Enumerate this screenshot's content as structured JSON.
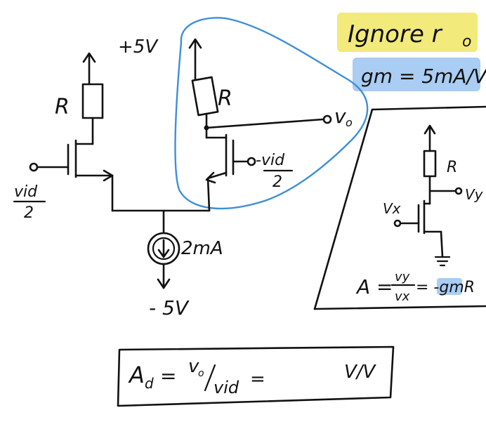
{
  "colors": {
    "ink": "#111111",
    "yellow_highlight": "#f2ea7a",
    "blue_highlight": "#a9cdf3",
    "blue_outline": "#3d8fd8"
  },
  "notes": {
    "ignore_ro": "Ignore r",
    "ignore_ro_sub": "o",
    "gm": "gm = 5mA/V"
  },
  "circuit": {
    "vdd": "+5V",
    "r_left": "R",
    "r_right": "R",
    "vo": "v",
    "vo_sub": "o",
    "vin_pos_num": "vid",
    "vin_pos_den": "2",
    "vin_neg_num": "-vid",
    "vin_neg_den": "2",
    "current_source": "2mA",
    "vss": "- 5V"
  },
  "inset": {
    "r": "R",
    "vx": "Vx",
    "vy": "Vy",
    "gain_lhs": "A =",
    "gain_num": "vy",
    "gain_den": "vx",
    "gain_rhs": "= -gmR"
  },
  "answer_box": {
    "ad": "A",
    "ad_sub": "d",
    "eq": "=",
    "vo": "v",
    "vo_sub": "o",
    "vid": "vid",
    "eq2": "=",
    "units": "V/V"
  }
}
